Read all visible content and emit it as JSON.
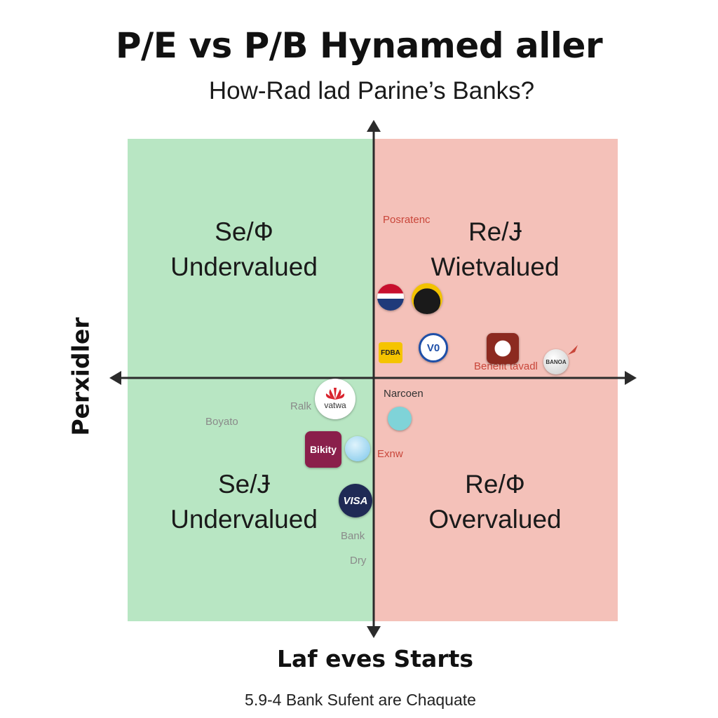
{
  "title": "P/E vs P/B Hynamed aller",
  "subtitle": "How-Rad lad Parine’s Banks?",
  "y_axis_label": "Perxidler",
  "x_axis_label": "Laf eves Starts",
  "footnote": "5.9-4 Bank Sufent are Chaquate",
  "quadrants": {
    "top_left": {
      "line1": "Se/Ф",
      "line2": "Undervalued",
      "color": "#b8e6c3"
    },
    "top_right": {
      "line1": "Re/Ɉ",
      "line2": "Wietvalued",
      "color": "#f4c1b9"
    },
    "bottom_left": {
      "line1": "Se/Ɉ",
      "line2": "Undervalued",
      "color": "#b8e6c3"
    },
    "bottom_right": {
      "line1": "Re/Ф",
      "line2": "Overvalued",
      "color": "#f4c1b9"
    }
  },
  "annotations": {
    "posratenc": "Posratenc",
    "benefit": "Benefit tavadl",
    "narcoen": "Narcoen",
    "ralk": "Ralk",
    "boyato": "Boyato",
    "exnw": "Exnw",
    "bank": "Bank",
    "dry": "Dry"
  },
  "logos": {
    "vatwa": "vatwa",
    "bikity": "Bikity",
    "visa": "VISA",
    "fdba": "FDBA",
    "vo": "V0",
    "banoa": "BANOA"
  },
  "colors": {
    "undervalued_green": "#b8e6c3",
    "overvalued_red": "#f4c1b9",
    "annotation_red": "#c9463a",
    "axis": "#2b2b2b"
  }
}
